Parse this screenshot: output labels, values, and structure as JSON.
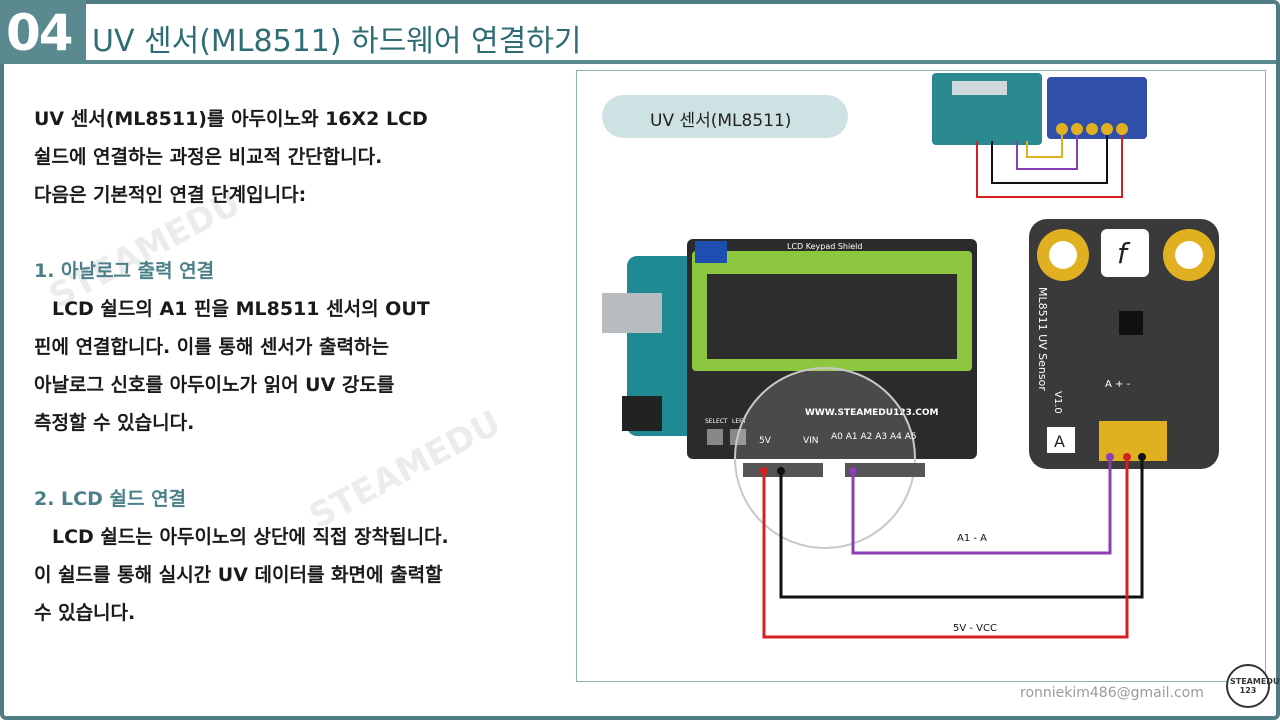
{
  "section_number": "04",
  "title": "UV 센서(ML8511) 하드웨어 연결하기",
  "intro": [
    "UV 센서(ML8511)를 아두이노와 16X2 LCD",
    "쉴드에 연결하는 과정은 비교적 간단합니다.",
    "다음은 기본적인 연결 단계입니다:"
  ],
  "steps": [
    {
      "heading": "1. 아날로그 출력 연결",
      "lines": [
        "LCD 쉴드의 A1 핀을 ML8511 센서의 OUT",
        "핀에 연결합니다. 이를 통해 센서가 출력하는",
        "아날로그 신호를 아두이노가 읽어 UV 강도를",
        "측정할 수 있습니다."
      ]
    },
    {
      "heading": "2. LCD 쉴드 연결",
      "lines": [
        "LCD 쉴드는 아두이노의 상단에 직접 장착됩니다.",
        "이 쉴드를 통해 실시간 UV 데이터를 화면에 출력할",
        "수 있습니다."
      ]
    }
  ],
  "figure": {
    "pill_label": "UV 센서(ML8511)",
    "shield_label": "LCD Keypad Shield",
    "site_label": "WWW.STEAMEDU123.COM",
    "pin_5v": "5V",
    "pin_vin": "VIN",
    "analog_pins": "A0 A1 A2 A3 A4 A5",
    "btn_select": "SELECT",
    "btn_left": "LEFT",
    "sensor_name": "ML8511 UV Sensor",
    "sensor_version": "V1.0",
    "sensor_pins": "A + -",
    "sensor_letter": "A",
    "wire_a1": "A1 - A",
    "wire_vcc": "5V - VCC"
  },
  "footer": {
    "email": "ronniekim486@gmail.com",
    "logo_text": "STEAMEDU 123"
  },
  "colors": {
    "accent": "#5a8990",
    "title": "#2f6d74",
    "heading": "#4b8089",
    "wire_red": "#d42020",
    "wire_purple": "#8b3fb5",
    "wire_black": "#111111"
  }
}
